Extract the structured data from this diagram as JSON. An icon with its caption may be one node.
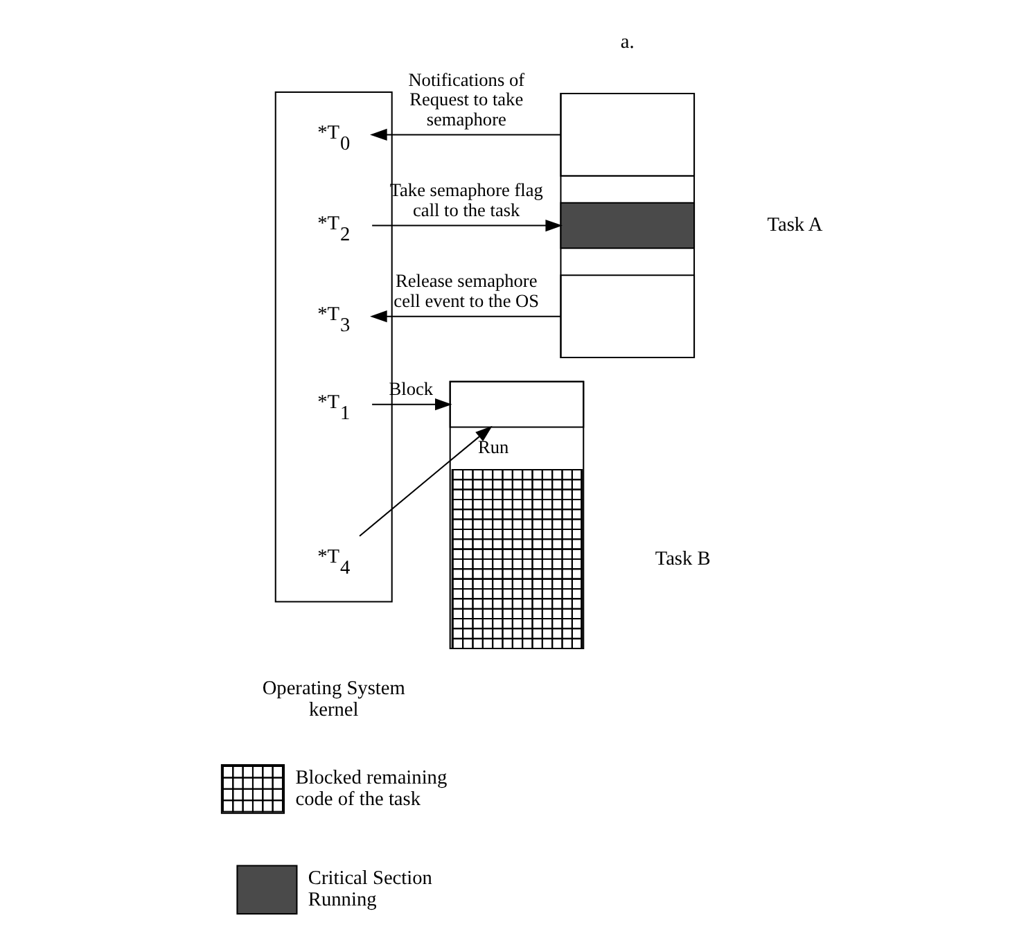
{
  "diagram": {
    "nodes": [
      {
        "text": [],
        "shape": "box",
        "beside": [
          "Task A"
        ]
      },
      {
        "text": [],
        "shape": "box",
        "in": 0
      },
      {
        "text": [],
        "shape": "box",
        "in": 0
      },
      {
        "text": [],
        "shape": "box",
        "in": 0
      },
      {
        "text": [],
        "shape": "box",
        "beside": [
          "Task B"
        ]
      },
      {
        "text": [],
        "shape": "box",
        "in": 4
      },
      {
        "text": [],
        "shape": "box",
        "in": 4
      },
      {
        "text": [],
        "shape": "box",
        "beside": [
          "Operating System kernel"
        ]
      },
      {
        "text": [
          "*T$_{0}$"
        ],
        "in": 7
      },
      {
        "text": [
          "*T$_{2}$"
        ],
        "in": 7
      },
      {
        "text": [
          "*T$_{3}$"
        ],
        "in": 7
      },
      {
        "text": [
          "*T$_{1}$"
        ],
        "in": 7
      },
      {
        "text": [
          "*T$_{4}$"
        ],
        "in": 7
      }
    ],
    "edges": [
      {
        "from": 1,
        "to": 8,
        "arrow": "to",
        "label": "Notifications of Request to take semaphore"
      },
      {
        "from": 9,
        "to": 2,
        "arrow": "to",
        "label": "Take semaphore flag call to the task"
      },
      {
        "from": 3,
        "to": 10,
        "arrow": "to",
        "label": "Release semaphore cell event to the OS"
      },
      {
        "from": 11,
        "to": 5,
        "arrow": "to",
        "label": "Block"
      },
      {
        "from": 12,
        "to": 5,
        "arrow": "to",
        "label": "Run"
      }
    ],
    "labels": [
      "a."
    ],
    "legend": [
      {
        "text": "Blocked remaining code of the task"
      },
      {
        "text": "Critical Section Running"
      }
    ]
  }
}
